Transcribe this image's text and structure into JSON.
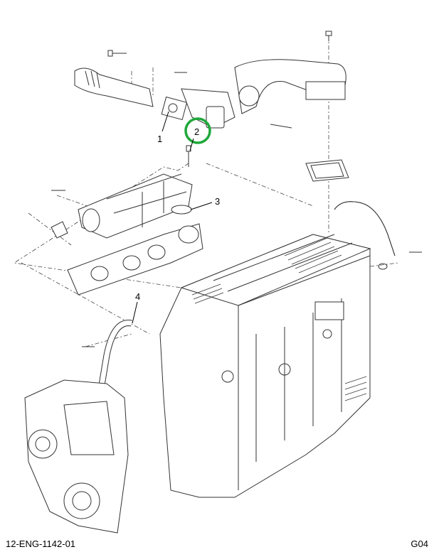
{
  "callouts": [
    {
      "label": "1"
    },
    {
      "label": "2",
      "highlighted": true
    },
    {
      "label": "3"
    },
    {
      "label": "4"
    }
  ],
  "highlight_color": "#1fa83a",
  "footer": {
    "diagram_id": "12-ENG-1142-01",
    "section_code": "G04"
  }
}
